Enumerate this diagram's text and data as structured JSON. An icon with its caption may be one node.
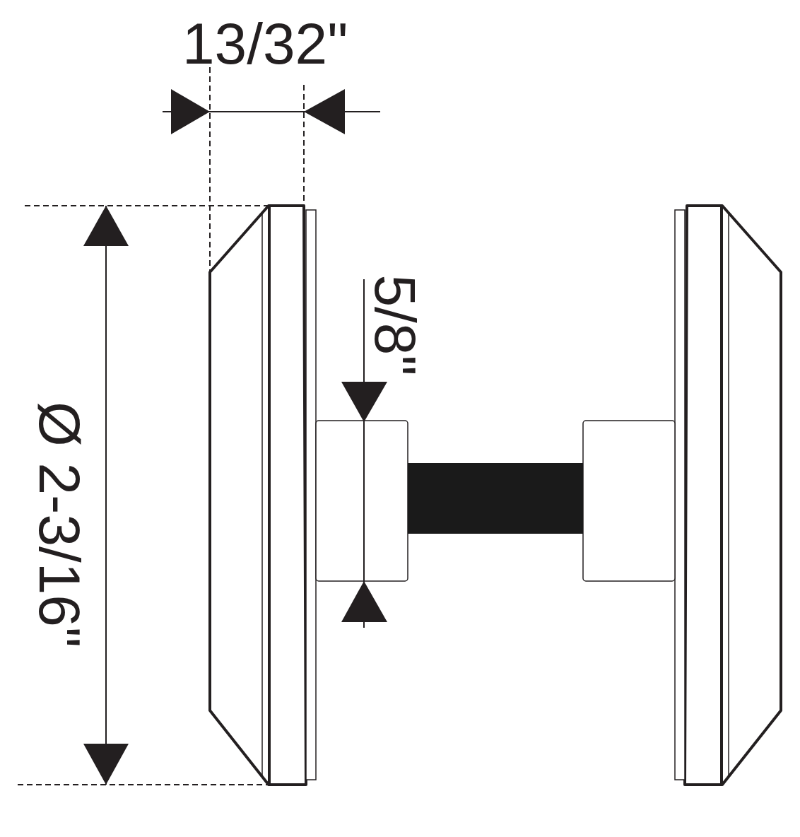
{
  "diagram": {
    "labels": [
      "13/32\"",
      "Ø 2-3/16\"",
      "5/8\""
    ]
  }
}
